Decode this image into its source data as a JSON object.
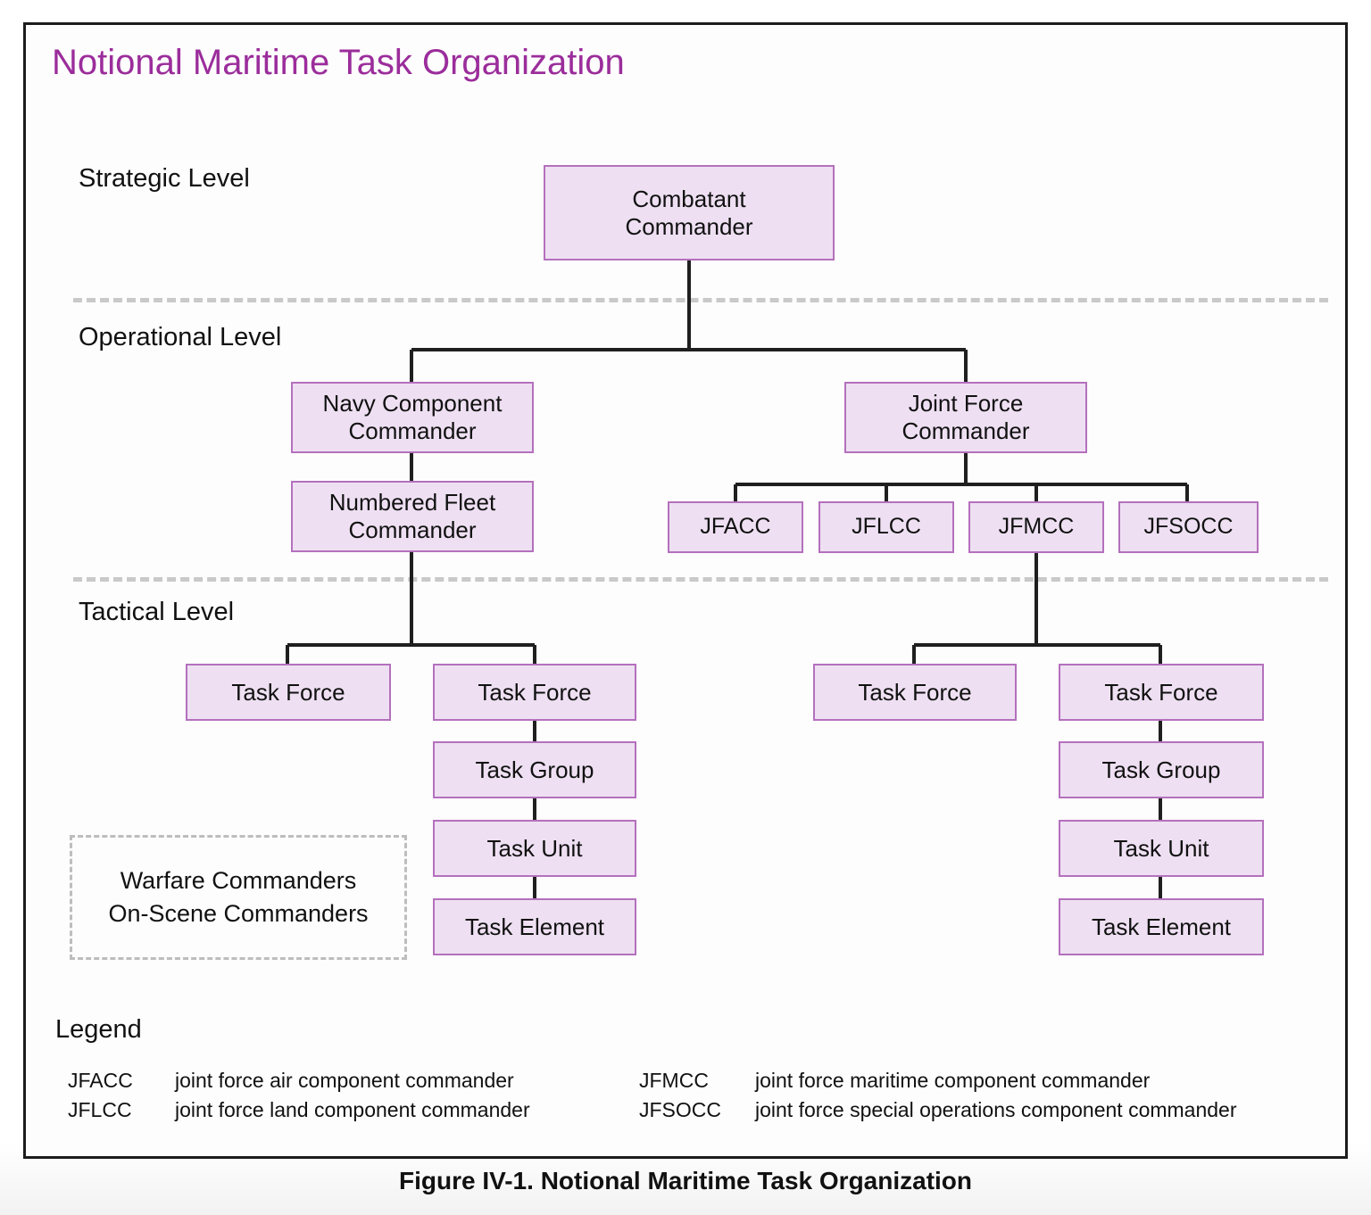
{
  "diagram": {
    "title": "Notional Maritime Task Organization",
    "caption": "Figure IV-1.  Notional Maritime Task Organization",
    "accent_color": "#9b2d9b",
    "node_fill": "#eee0f2",
    "node_border": "#b470bd",
    "divider_color": "#c9c9c9"
  },
  "levels": {
    "strategic": "Strategic Level",
    "operational": "Operational Level",
    "tactical": "Tactical Level"
  },
  "nodes": {
    "combatant_commander": "Combatant\nCommander",
    "combatant_commander_line1": "Combatant",
    "combatant_commander_line2": "Commander",
    "navy_component_line1": "Navy Component",
    "navy_component_line2": "Commander",
    "numbered_fleet_line1": "Numbered Fleet",
    "numbered_fleet_line2": "Commander",
    "joint_force_line1": "Joint Force",
    "joint_force_line2": "Commander",
    "jfacc": "JFACC",
    "jflcc": "JFLCC",
    "jfmcc": "JFMCC",
    "jfsocc": "JFSOCC",
    "task_force": "Task Force",
    "task_group": "Task Group",
    "task_unit": "Task Unit",
    "task_element": "Task Element"
  },
  "warfare_callout": {
    "line1": "Warfare Commanders",
    "line2": "On-Scene Commanders"
  },
  "legend": {
    "title": "Legend",
    "entries": [
      {
        "abbr": "JFACC",
        "text": "joint force air component commander"
      },
      {
        "abbr": "JFMCC",
        "text": "joint force maritime component commander"
      },
      {
        "abbr": "JFLCC",
        "text": "joint force land component commander"
      },
      {
        "abbr": "JFSOCC",
        "text": "joint force special operations component commander"
      }
    ]
  }
}
